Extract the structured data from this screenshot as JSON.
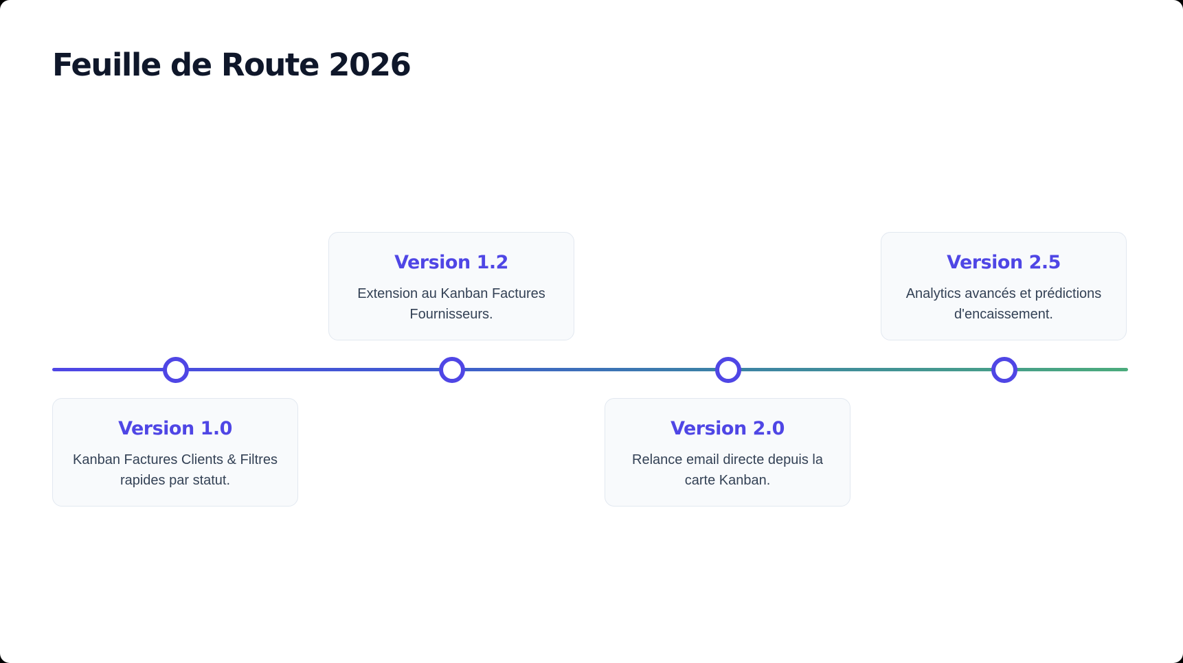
{
  "title": "Feuille de Route 2026",
  "colors": {
    "accent": "#4f46e5",
    "gradient_end": "#4bab7c",
    "title": "#0f172a",
    "text": "#334155",
    "card_bg": "#f8fafc",
    "card_border": "#e2e8f0"
  },
  "milestones": [
    {
      "version": "Version 1.0",
      "description": "Kanban Factures Clients & Filtres rapides par statut.",
      "position": "below"
    },
    {
      "version": "Version 1.2",
      "description": "Extension au Kanban Factures Fournisseurs.",
      "position": "above"
    },
    {
      "version": "Version 2.0",
      "description": "Relance email directe depuis la carte Kanban.",
      "position": "below"
    },
    {
      "version": "Version 2.5",
      "description": "Analytics avancés et prédictions d'encaissement.",
      "position": "above"
    }
  ]
}
